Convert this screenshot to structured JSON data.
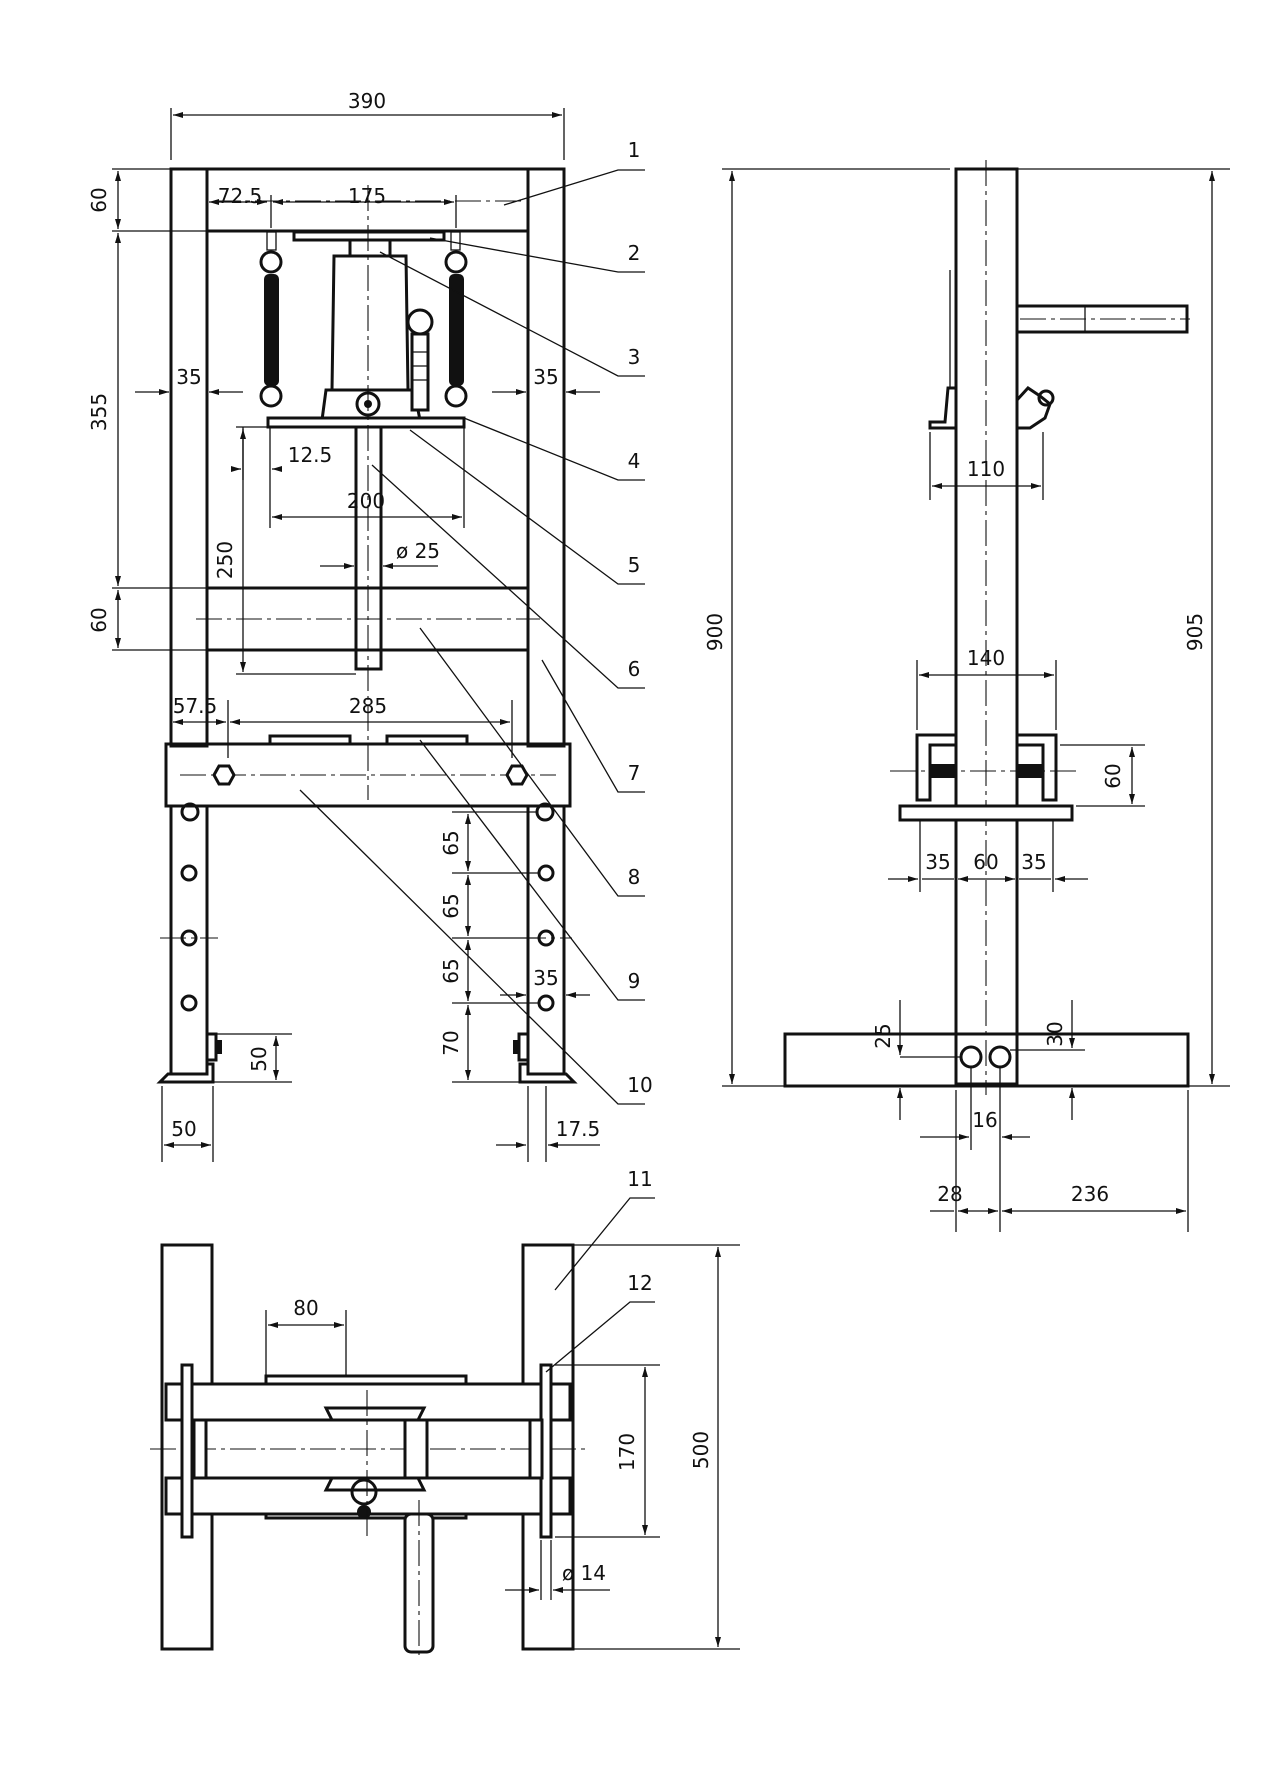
{
  "colors": {
    "ink": "#111111",
    "paper": "#ffffff"
  },
  "front_view": {
    "dims": {
      "overall_width": "390",
      "top_offset": "72.5",
      "spring_span": "175",
      "top_beam": "60",
      "inner_height": "355",
      "left_column": "35",
      "right_column": "35",
      "plate_edge": "12.5",
      "plate_width": "200",
      "lower_height": "250",
      "rod_diameter": "ø 25",
      "mid_beam": "60",
      "bolt_edge": "57.5",
      "bolt_span": "285",
      "hole_pitch_1": "65",
      "hole_pitch_2": "65",
      "hole_pitch_3": "65",
      "hole_bottom": "70",
      "leg_width": "35",
      "foot_height": "50",
      "foot_width": "50",
      "foot_edge": "17.5"
    },
    "parts": [
      "1",
      "2",
      "3",
      "4",
      "5",
      "6",
      "7",
      "8",
      "9",
      "10"
    ]
  },
  "side_view": {
    "dims": {
      "height_left": "900",
      "height_right": "905",
      "jack_base": "110",
      "bracket_width": "140",
      "bracket_height": "60",
      "offset_left": "35",
      "column_depth": "60",
      "offset_right": "35",
      "base_left": "25",
      "base_right": "30",
      "bolt_gap": "16",
      "foot_back": "28",
      "foot_front": "236"
    }
  },
  "top_view": {
    "dims": {
      "plate_width": "80",
      "bolt_span": "170",
      "overall_depth": "500",
      "bolt_diameter": "ø 14"
    },
    "parts": [
      "11",
      "12"
    ]
  }
}
